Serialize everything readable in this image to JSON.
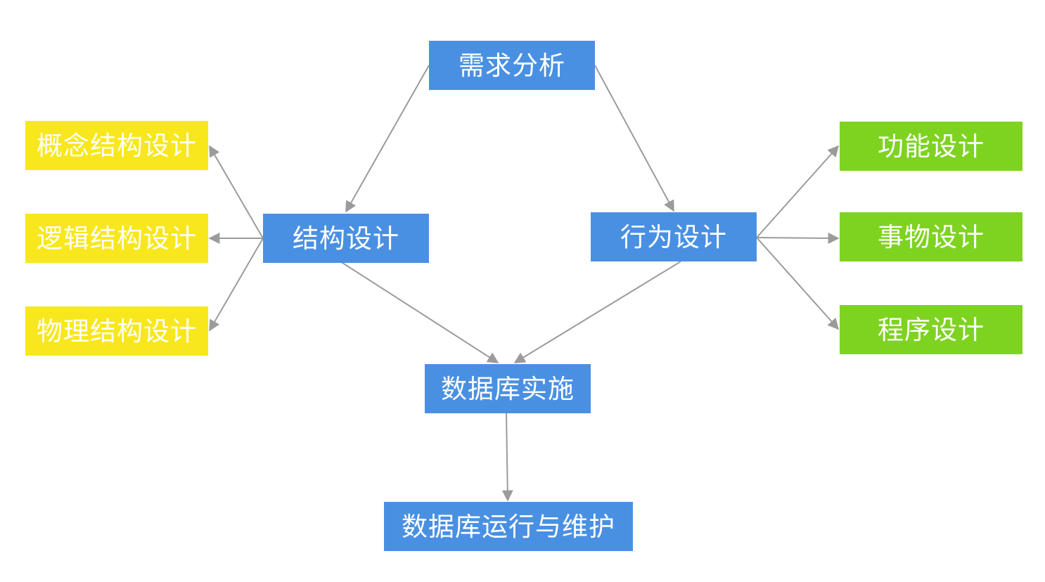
{
  "diagram": {
    "nodes": {
      "requirements_analysis": "需求分析",
      "structure_design": "结构设计",
      "behavior_design": "行为设计",
      "db_implementation": "数据库实施",
      "db_operation_maintenance": "数据库运行与维护",
      "conceptual_design": "概念结构设计",
      "logical_design": "逻辑结构设计",
      "physical_design": "物理结构设计",
      "function_design": "功能设计",
      "transaction_design": "事物设计",
      "program_design": "程序设计"
    },
    "edges": [
      {
        "from": "requirements_analysis",
        "to": "structure_design"
      },
      {
        "from": "requirements_analysis",
        "to": "behavior_design"
      },
      {
        "from": "structure_design",
        "to": "conceptual_design"
      },
      {
        "from": "structure_design",
        "to": "logical_design"
      },
      {
        "from": "structure_design",
        "to": "physical_design"
      },
      {
        "from": "behavior_design",
        "to": "function_design"
      },
      {
        "from": "behavior_design",
        "to": "transaction_design"
      },
      {
        "from": "behavior_design",
        "to": "program_design"
      },
      {
        "from": "structure_design",
        "to": "db_implementation"
      },
      {
        "from": "behavior_design",
        "to": "db_implementation"
      },
      {
        "from": "db_implementation",
        "to": "db_operation_maintenance"
      }
    ],
    "colors": {
      "main": "#4a90e2",
      "structure_children": "#f8e71c",
      "behavior_children": "#7ed321",
      "edge": "#9b9b9b",
      "text": "#ffffff"
    }
  }
}
